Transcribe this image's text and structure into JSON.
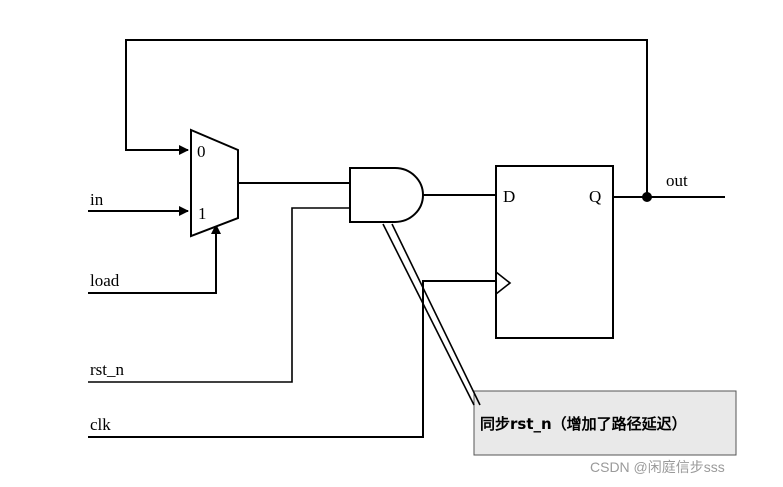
{
  "diagram": {
    "signals": {
      "in": "in",
      "load": "load",
      "rst_n": "rst_n",
      "clk": "clk",
      "out": "out"
    },
    "mux": {
      "input0": "0",
      "input1": "1"
    },
    "dff": {
      "d": "D",
      "q": "Q"
    },
    "annotation": "同步rst_n（增加了路径延迟）"
  },
  "watermark": "CSDN @闲庭信步sss"
}
